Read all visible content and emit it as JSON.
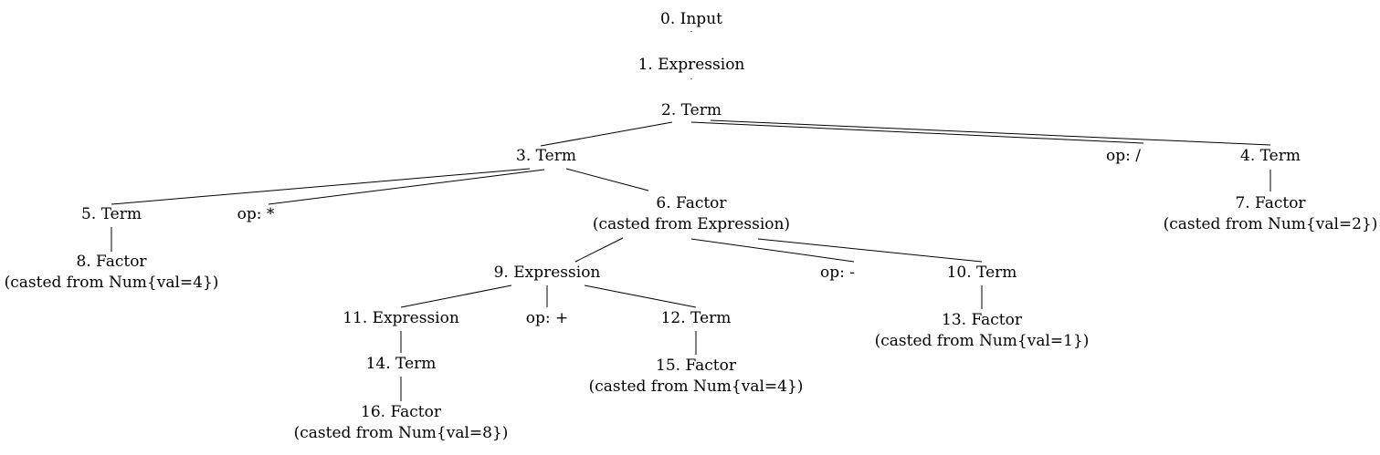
{
  "tree": {
    "nodes": [
      {
        "id": "0",
        "label": "0.  Input",
        "sub": ""
      },
      {
        "id": "1",
        "label": "1.  Expression",
        "sub": ""
      },
      {
        "id": "2",
        "label": "2.  Term",
        "sub": ""
      },
      {
        "id": "3",
        "label": "3.  Term",
        "sub": ""
      },
      {
        "id": "op-div",
        "label": "op: /",
        "sub": ""
      },
      {
        "id": "4",
        "label": "4.  Term",
        "sub": ""
      },
      {
        "id": "5",
        "label": "5.  Term",
        "sub": ""
      },
      {
        "id": "op-mul",
        "label": "op: *",
        "sub": ""
      },
      {
        "id": "6",
        "label": "6.  Factor",
        "sub": "(casted from Expression)"
      },
      {
        "id": "7",
        "label": "7.  Factor",
        "sub": "(casted from Num{val=2})"
      },
      {
        "id": "8",
        "label": "8.  Factor",
        "sub": "(casted from Num{val=4})"
      },
      {
        "id": "9",
        "label": "9.  Expression",
        "sub": ""
      },
      {
        "id": "op-sub",
        "label": "op: -",
        "sub": ""
      },
      {
        "id": "10",
        "label": "10.  Term",
        "sub": ""
      },
      {
        "id": "11",
        "label": "11.  Expression",
        "sub": ""
      },
      {
        "id": "op-add",
        "label": "op: +",
        "sub": ""
      },
      {
        "id": "12",
        "label": "12.  Term",
        "sub": ""
      },
      {
        "id": "13",
        "label": "13.  Factor",
        "sub": "(casted from Num{val=1})"
      },
      {
        "id": "14",
        "label": "14.  Term",
        "sub": ""
      },
      {
        "id": "15",
        "label": "15.  Factor",
        "sub": "(casted from Num{val=4})"
      },
      {
        "id": "16",
        "label": "16.  Factor",
        "sub": "(casted from Num{val=8})"
      }
    ],
    "edges": [
      [
        "0",
        "1"
      ],
      [
        "1",
        "2"
      ],
      [
        "2",
        "3"
      ],
      [
        "2",
        "op-div"
      ],
      [
        "2",
        "4"
      ],
      [
        "3",
        "5"
      ],
      [
        "3",
        "op-mul"
      ],
      [
        "3",
        "6"
      ],
      [
        "4",
        "7"
      ],
      [
        "5",
        "8"
      ],
      [
        "6",
        "9"
      ],
      [
        "6",
        "op-sub"
      ],
      [
        "6",
        "10"
      ],
      [
        "9",
        "11"
      ],
      [
        "9",
        "op-add"
      ],
      [
        "9",
        "12"
      ],
      [
        "10",
        "13"
      ],
      [
        "11",
        "14"
      ],
      [
        "12",
        "15"
      ],
      [
        "14",
        "16"
      ]
    ]
  }
}
